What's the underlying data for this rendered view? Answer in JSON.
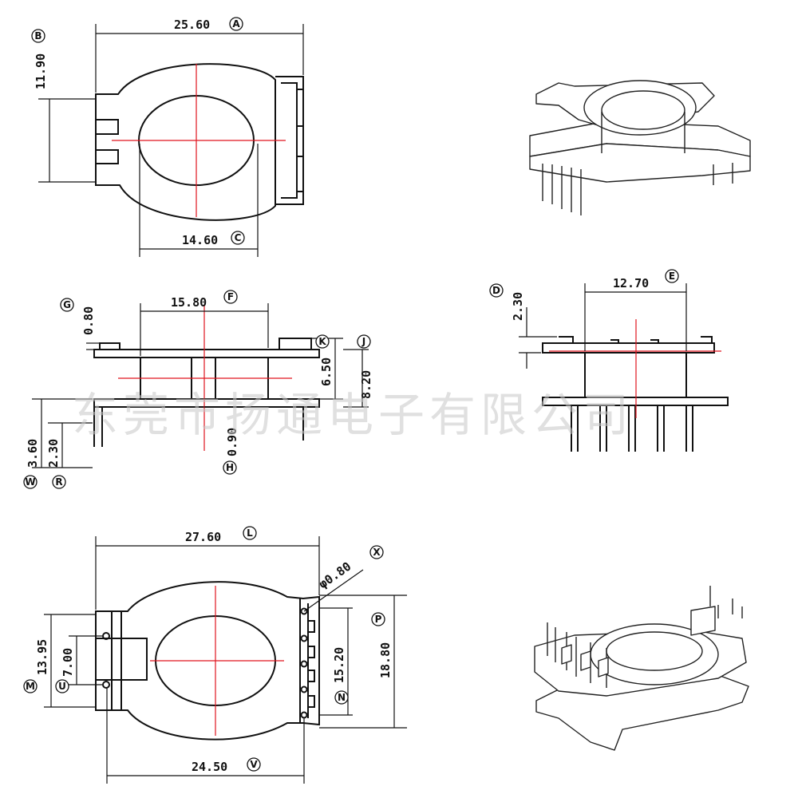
{
  "watermark": "东莞市扬通电子有限公司",
  "dimensions": {
    "A": {
      "badge": "A",
      "value": "25.60"
    },
    "B": {
      "badge": "B",
      "value": "11.90"
    },
    "C": {
      "badge": "C",
      "value": "14.60"
    },
    "D": {
      "badge": "D",
      "value": "2.30"
    },
    "E": {
      "badge": "E",
      "value": "12.70"
    },
    "F": {
      "badge": "F",
      "value": "15.80"
    },
    "G": {
      "badge": "G",
      "value": "0.80"
    },
    "H": {
      "badge": "H",
      "value": "0.90"
    },
    "J": {
      "badge": "J",
      "value": "8.20"
    },
    "K": {
      "badge": "K",
      "value": "6.50"
    },
    "L": {
      "badge": "L",
      "value": "27.60"
    },
    "M": {
      "badge": "M",
      "value": "13.95"
    },
    "U": {
      "badge": "U",
      "value": "7.00"
    },
    "X": {
      "badge": "X",
      "value": "φ0.80"
    },
    "P": {
      "badge": "P",
      "value": "18.80"
    },
    "N": {
      "badge": "N",
      "value": "15.20"
    },
    "V": {
      "badge": "V",
      "value": "24.50"
    },
    "W": {
      "badge": "W",
      "value": "3.60"
    },
    "R": {
      "badge": "R",
      "value": "2.30"
    }
  },
  "colors": {
    "line": "#111111",
    "centerline": "#e0141e",
    "watermark": "#c8c8c8"
  }
}
